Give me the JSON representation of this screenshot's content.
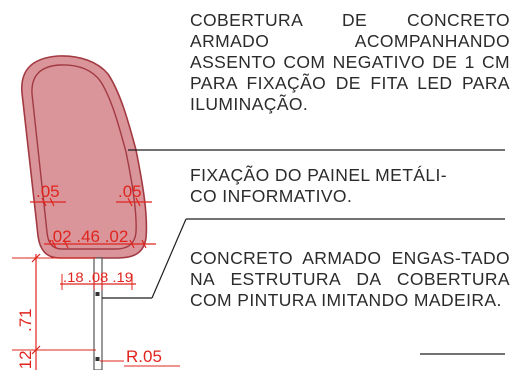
{
  "notes": [
    "COBERTURA DE CONCRETO ARMADO ACOMPANHANDO ASSENTO COM NEGATIVO DE 1 CM PARA FIXAÇÃO DE FITA LED PARA ILUMINAÇÃO.",
    "FIXAÇÃO DO PAINEL METÁLI-\nCO INFORMATIVO.",
    "CONCRETO ARMADO ENGAS-TADO NA ESTRUTURA DA COBERTURA COM PINTURA IMITANDO MADEIRA."
  ],
  "dimensions": {
    "thickness_left": ".05",
    "thickness_right": ".05",
    "base_width": ".02 .46 .02",
    "panel_spacing": ".18 .08 .19",
    "height_upper": ".71",
    "height_lower": ".12",
    "radius": "R.05"
  },
  "colors": {
    "concrete_fill": "#d9959a",
    "concrete_stroke": "#a33a42",
    "dimension": "#e0241d",
    "leader": "#1f1f1f",
    "text": "#2b2b2b"
  }
}
